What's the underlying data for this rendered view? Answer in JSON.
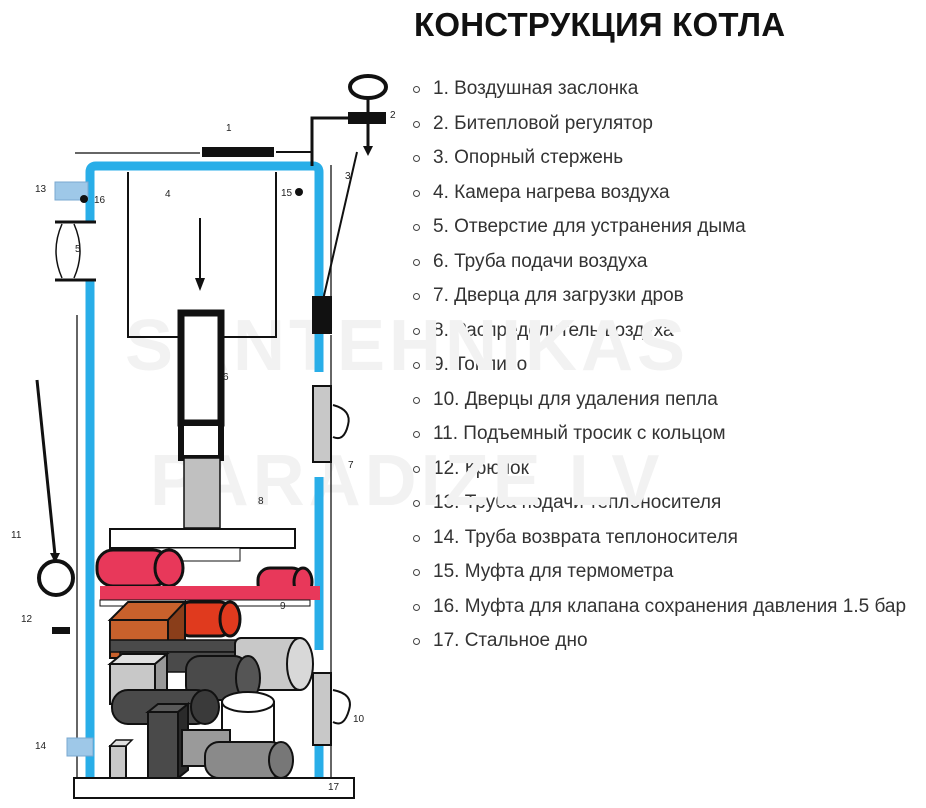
{
  "title": "КОНСТРУКЦИЯ КОТЛА",
  "legend": [
    "1. Воздушная заслонка",
    "2. Битепловой регулятор",
    "3. Опорный стержень",
    "4. Камера нагрева воздуха",
    "5. Отверстие для устранения дыма",
    "6. Труба подачи воздуха",
    "7. Дверца для загрузки дров",
    "8. Распределитель воздуха",
    "9. Топливо",
    "10. Дверцы для удаления пепла",
    "11. Подъемный тросик с кольцом",
    "12. Крючок",
    "13. Труба подачи теплоносителя",
    "14. Труба возврата теплоносителя",
    "15. Муфта для термометра",
    "16. Муфта для клапана сохранения давления 1.5 бар",
    "17. Стальное дно"
  ],
  "diagram_labels": {
    "l1": "1",
    "l2": "2",
    "l3": "3",
    "l4": "4",
    "l5": "5",
    "l6": "6",
    "l7": "7",
    "l8": "8",
    "l9": "9",
    "l10": "10",
    "l11": "11",
    "l12": "12",
    "l13": "13",
    "l14": "14",
    "l15": "15",
    "l16": "16",
    "l17": "17"
  },
  "watermark": {
    "line1": "SANTEHNIKAS",
    "line2": "PARADIZE LV"
  },
  "colors": {
    "water_jacket": "#29aee8",
    "fuel_red": "#e8385a",
    "fuel_orange_red": "#e03a1e",
    "fuel_brown": "#c8612c",
    "fuel_dark": "#4a4a4a",
    "fuel_gray": "#c8c8c8",
    "pipe_connector": "#9ec8e8"
  }
}
